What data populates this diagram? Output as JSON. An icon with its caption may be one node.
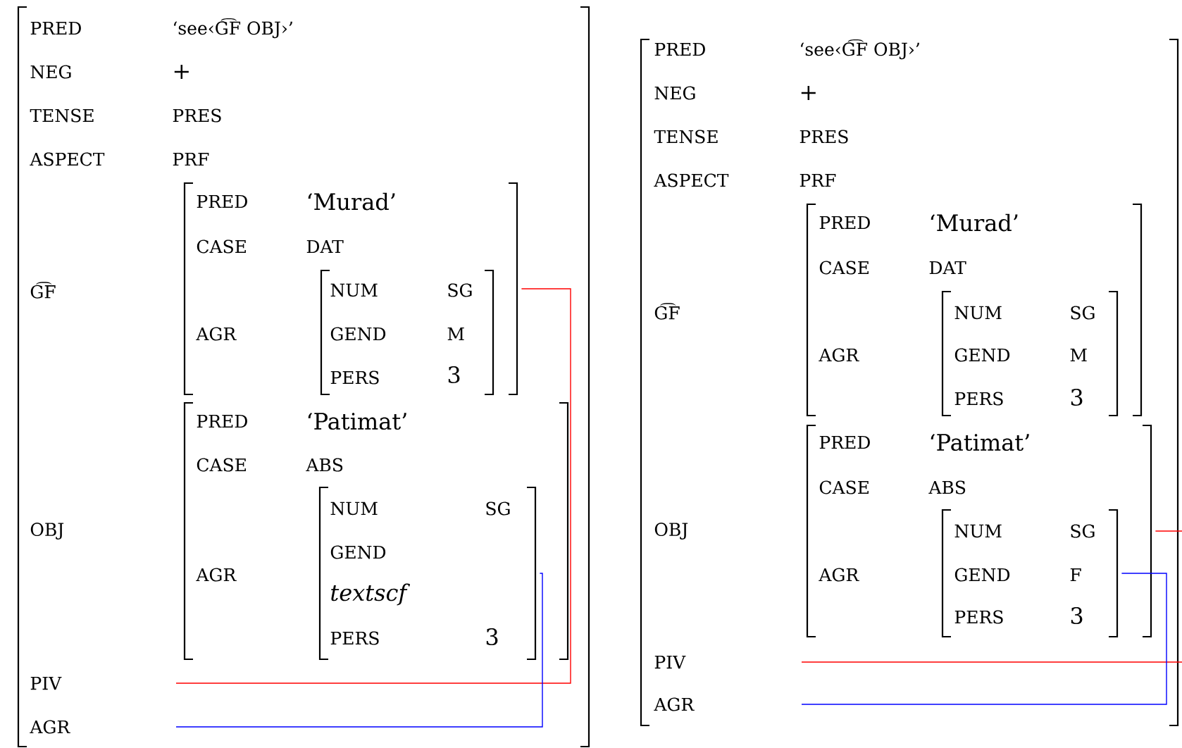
{
  "diagram": {
    "nodes": [
      {
        "text": [
          "PRED",
          "‘see‹G͡F OBJ›’",
          "NEG",
          "+",
          "TENSE",
          "PRES",
          "ASPECT",
          "PRF",
          "G͡F",
          "OBJ",
          "PIV",
          "AGR"
        ]
      },
      {
        "text": [
          "PRED",
          "‘Murad’",
          "CASE",
          "DAT",
          "AGR"
        ],
        "in": 0
      },
      {
        "text": [
          "NUM",
          "SG",
          "GEND",
          "M",
          "PERS",
          "3"
        ],
        "in": 1
      },
      {
        "text": [
          "PRED",
          "‘Patimat’",
          "CASE",
          "ABS",
          "AGR"
        ],
        "in": 0
      },
      {
        "text": [
          "NUM",
          "SG",
          "GEND",
          "textscf",
          "PERS",
          "3"
        ],
        "in": 3
      },
      {
        "text": [
          "PRED",
          "‘see‹G͡F OBJ›’",
          "NEG",
          "+",
          "TENSE",
          "PRES",
          "ASPECT",
          "PRF",
          "G͡F",
          "OBJ",
          "PIV",
          "AGR"
        ]
      },
      {
        "text": [
          "PRED",
          "‘Murad’",
          "CASE",
          "DAT",
          "AGR"
        ],
        "in": 5
      },
      {
        "text": [
          "NUM",
          "SG",
          "GEND",
          "M",
          "PERS",
          "3"
        ],
        "in": 6
      },
      {
        "text": [
          "PRED",
          "‘Patimat’",
          "CASE",
          "ABS",
          "AGR"
        ],
        "in": 5
      },
      {
        "text": [
          "NUM",
          "SG",
          "GEND",
          "F",
          "PERS",
          "3"
        ],
        "in": 8
      }
    ],
    "edges": [
      {
        "from": 1,
        "to": null,
        "arrow": "none",
        "color": "#ff0000"
      },
      {
        "from": 4,
        "to": null,
        "arrow": "none",
        "color": "#0000ff"
      },
      {
        "from": 8,
        "to": null,
        "arrow": "none",
        "color": "#ff0000"
      },
      {
        "from": 9,
        "to": null,
        "arrow": "none",
        "color": "#0000ff"
      }
    ]
  }
}
